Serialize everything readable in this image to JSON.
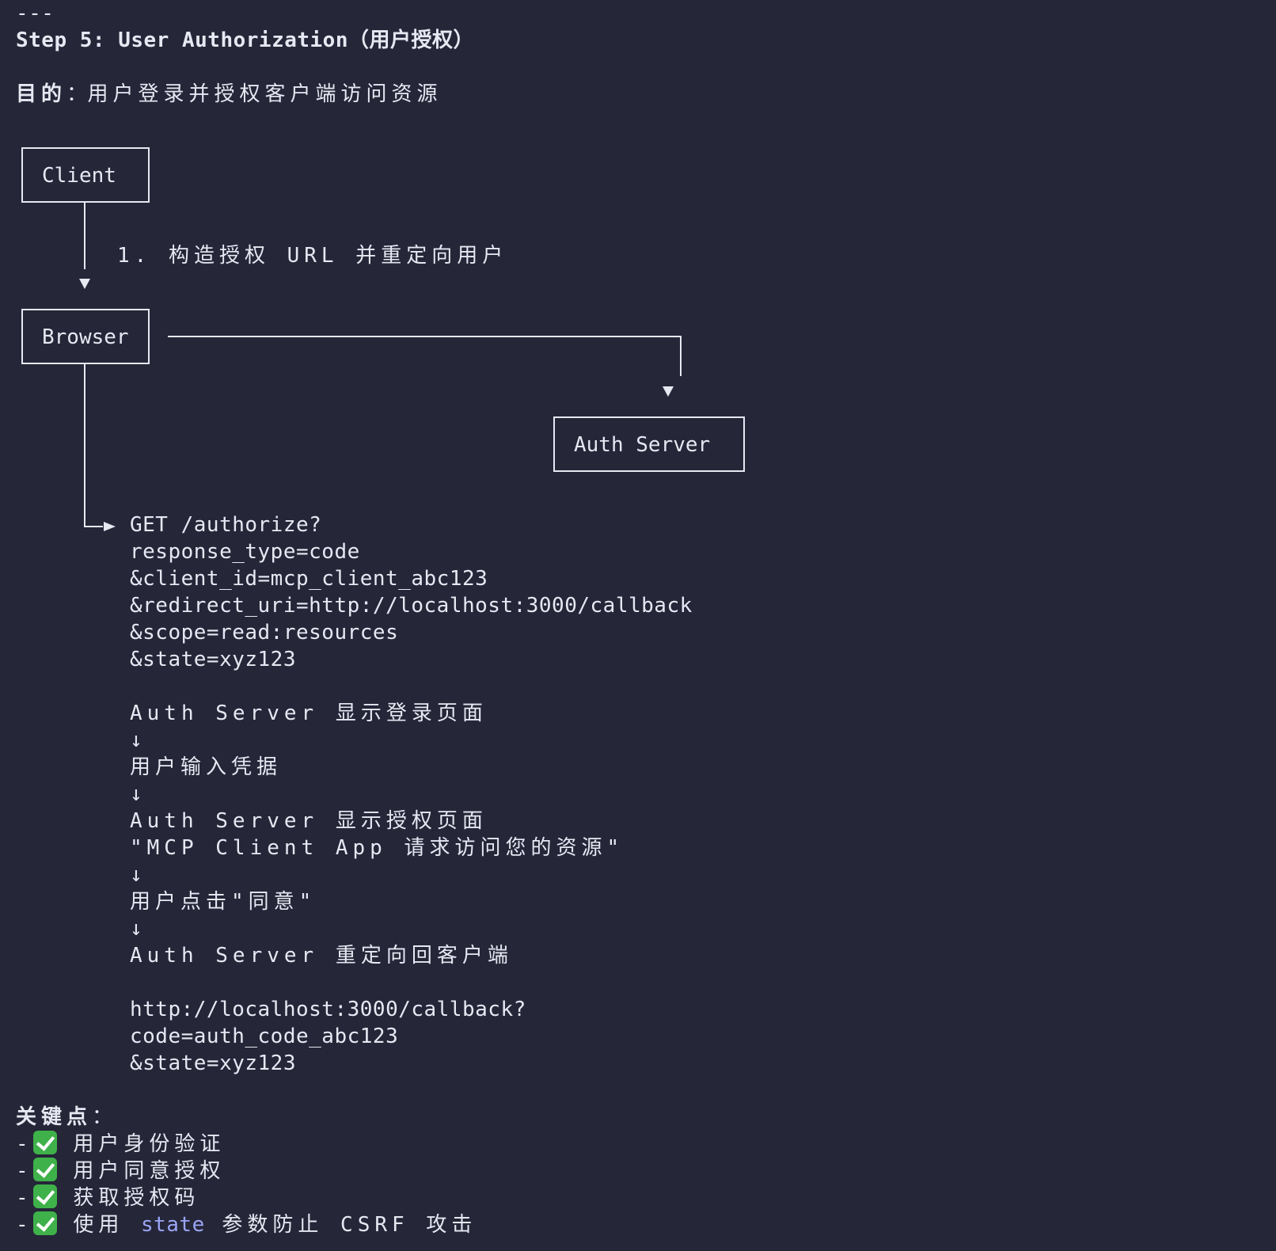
{
  "separator": "---",
  "title": "Step 5: User Authorization（用户授权）",
  "purpose": {
    "label": "目的",
    "colon": "：",
    "text": "用户登录并授权客户端访问资源"
  },
  "diagram": {
    "nodes": {
      "client": "Client",
      "browser": "Browser",
      "auth_server": "Auth Server"
    },
    "step1_label": "1. 构造授权 URL 并重定向用户",
    "request_lines": [
      "GET /authorize?",
      "response_type=code",
      "&client_id=mcp_client_abc123",
      "&redirect_uri=http://localhost:3000/callback",
      "&scope=read:resources",
      "&state=xyz123"
    ],
    "flow": [
      "Auth Server 显示登录页面",
      "↓",
      "用户输入凭据",
      "↓",
      "Auth Server 显示授权页面",
      "\"MCP Client App 请求访问您的资源\"",
      "↓",
      "用户点击\"同意\"",
      "↓",
      "Auth Server 重定向回客户端"
    ],
    "callback_lines": [
      "http://localhost:3000/callback?",
      "code=auth_code_abc123",
      "&state=xyz123"
    ]
  },
  "key_points": {
    "label": "关键点",
    "colon": "：",
    "bullet": "-",
    "check_icon": "check-mark-button-emoji",
    "items": [
      {
        "text": "用户身份验证"
      },
      {
        "text": "用户同意授权"
      },
      {
        "text": "获取授权码"
      },
      {
        "pre": "使用 ",
        "code": "state",
        "post": " 参数防止 CSRF 攻击"
      }
    ]
  },
  "colors": {
    "background": "#252638",
    "text": "#e6e8f2",
    "code_highlight": "#9aa5f5",
    "check_green": "#3fb14a"
  }
}
